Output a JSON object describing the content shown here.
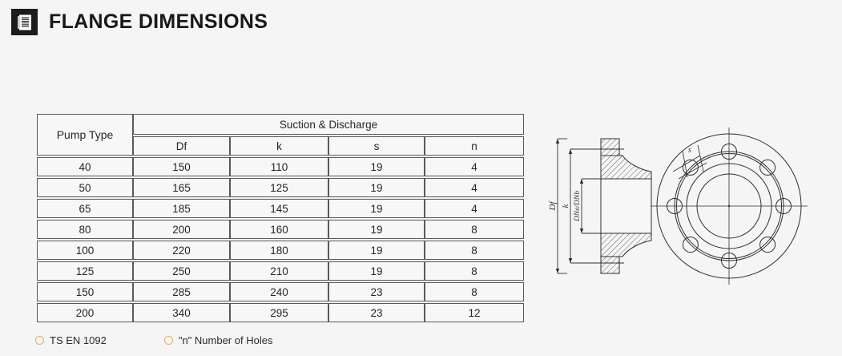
{
  "header": {
    "icon": "document-icon",
    "title": "FLANGE DIMENSIONS"
  },
  "table": {
    "pump_type_header": "Pump Type",
    "group_header": "Suction & Discharge",
    "sub_headers": [
      "Df",
      "k",
      "s",
      "n"
    ],
    "rows": [
      {
        "pump_type": "40",
        "df": "150",
        "k": "110",
        "s": "19",
        "n": "4"
      },
      {
        "pump_type": "50",
        "df": "165",
        "k": "125",
        "s": "19",
        "n": "4"
      },
      {
        "pump_type": "65",
        "df": "185",
        "k": "145",
        "s": "19",
        "n": "4"
      },
      {
        "pump_type": "80",
        "df": "200",
        "k": "160",
        "s": "19",
        "n": "8"
      },
      {
        "pump_type": "100",
        "df": "220",
        "k": "180",
        "s": "19",
        "n": "8"
      },
      {
        "pump_type": "125",
        "df": "250",
        "k": "210",
        "s": "19",
        "n": "8"
      },
      {
        "pump_type": "150",
        "df": "285",
        "k": "240",
        "s": "23",
        "n": "8"
      },
      {
        "pump_type": "200",
        "df": "340",
        "k": "295",
        "s": "23",
        "n": "12"
      }
    ]
  },
  "legend": {
    "items": [
      {
        "label": "TS EN 1092"
      },
      {
        "label": "\"n\" Number of Holes"
      }
    ],
    "marker_color": "#e8b24c"
  },
  "drawing": {
    "section_labels": {
      "df": "Df",
      "k": "k",
      "bore": "DNe/DNb"
    },
    "face_labels": {
      "s": "s"
    },
    "bolt_hole_count": "8"
  }
}
